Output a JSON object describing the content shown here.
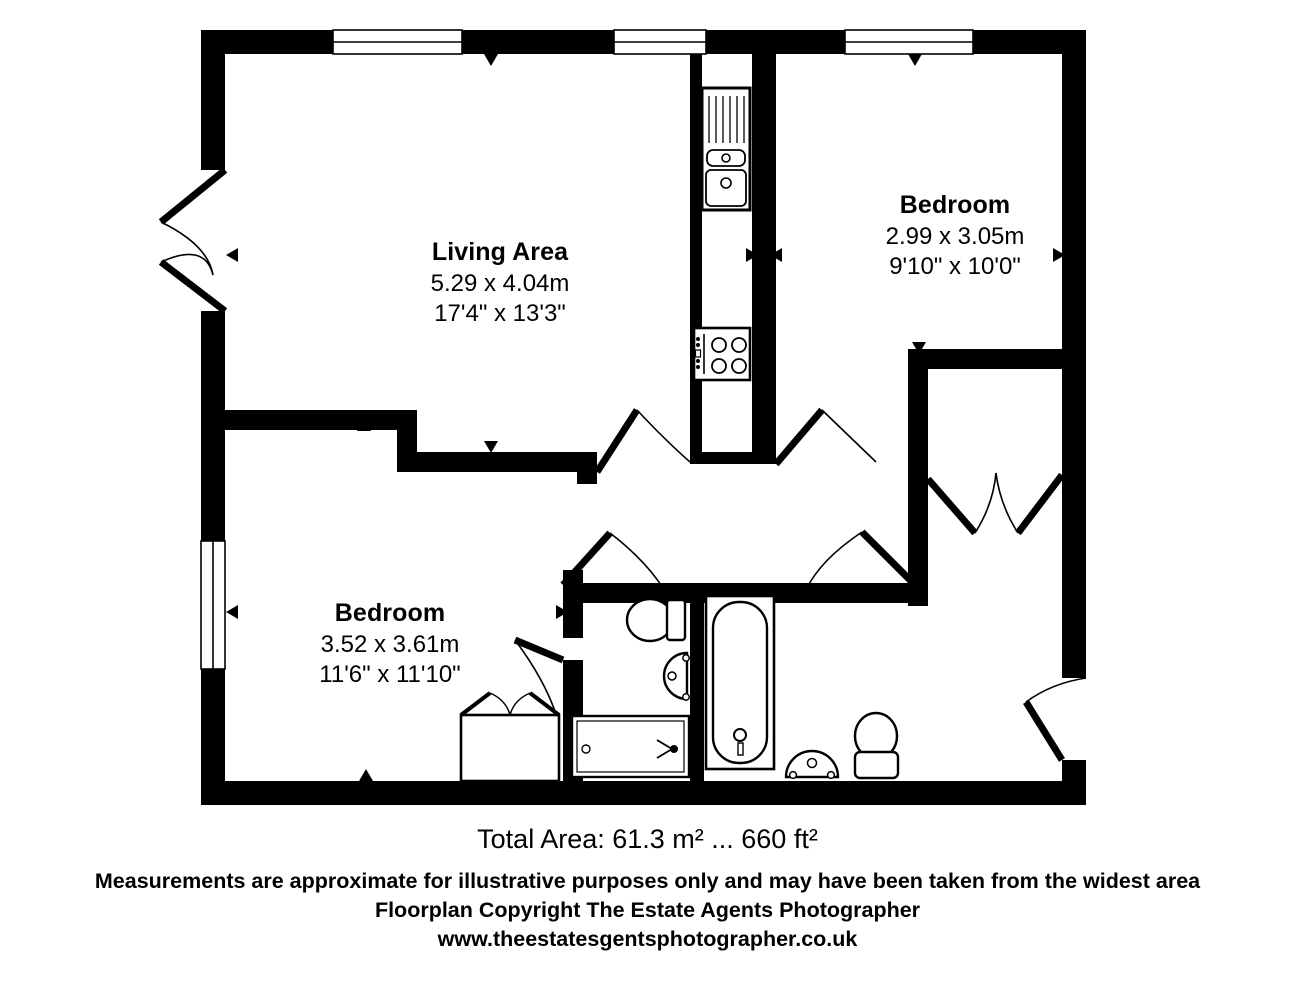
{
  "document": {
    "type": "floorplan",
    "background_color": "#ffffff",
    "line_color": "#000000"
  },
  "rooms": [
    {
      "id": "living-area",
      "name": "Living Area",
      "dimensions_metric": "5.29 x 4.04m",
      "dimensions_imperial": "17'4\" x 13'3\""
    },
    {
      "id": "bedroom-top",
      "name": "Bedroom",
      "dimensions_metric": "2.99 x 3.05m",
      "dimensions_imperial": "9'10\" x 10'0\""
    },
    {
      "id": "bedroom-bottom",
      "name": "Bedroom",
      "dimensions_metric": "3.52 x 3.61m",
      "dimensions_imperial": "11'6\" x 11'10\""
    }
  ],
  "footer": {
    "total_area": "Total Area: 61.3 m² ... 660 ft²",
    "disclaimer_line_1": "Measurements are approximate for illustrative purposes only and may have been taken from the widest area",
    "disclaimer_line_2": "Floorplan Copyright The Estate Agents Photographer",
    "disclaimer_line_3": "www.theestatesgentsphotographer.co.uk"
  },
  "fixtures": [
    {
      "id": "kitchen-sink",
      "label": "sink-with-drainer"
    },
    {
      "id": "kitchen-hob",
      "label": "four-burner-hob"
    },
    {
      "id": "bath-tub",
      "label": "bathtub"
    },
    {
      "id": "shower-tray",
      "label": "shower-tray"
    },
    {
      "id": "wc-1",
      "label": "toilet"
    },
    {
      "id": "wc-2",
      "label": "toilet"
    },
    {
      "id": "basin-1",
      "label": "wash-basin"
    },
    {
      "id": "basin-2",
      "label": "wash-basin"
    },
    {
      "id": "wardrobe-bedroom",
      "label": "double-wardrobe"
    },
    {
      "id": "cupboard-hall",
      "label": "hall-cupboard"
    }
  ],
  "openings": [
    {
      "id": "window-top-left",
      "type": "window"
    },
    {
      "id": "window-top-mid",
      "type": "window"
    },
    {
      "id": "window-top-right",
      "type": "window"
    },
    {
      "id": "window-left-lower",
      "type": "window"
    },
    {
      "id": "french-doors-left",
      "type": "double-door"
    },
    {
      "id": "door-living",
      "type": "swing-door"
    },
    {
      "id": "door-kitchen",
      "type": "swing-door"
    },
    {
      "id": "door-bedroom-bottom",
      "type": "swing-door"
    },
    {
      "id": "door-bathroom",
      "type": "swing-door"
    },
    {
      "id": "entrance-door",
      "type": "swing-door"
    }
  ]
}
